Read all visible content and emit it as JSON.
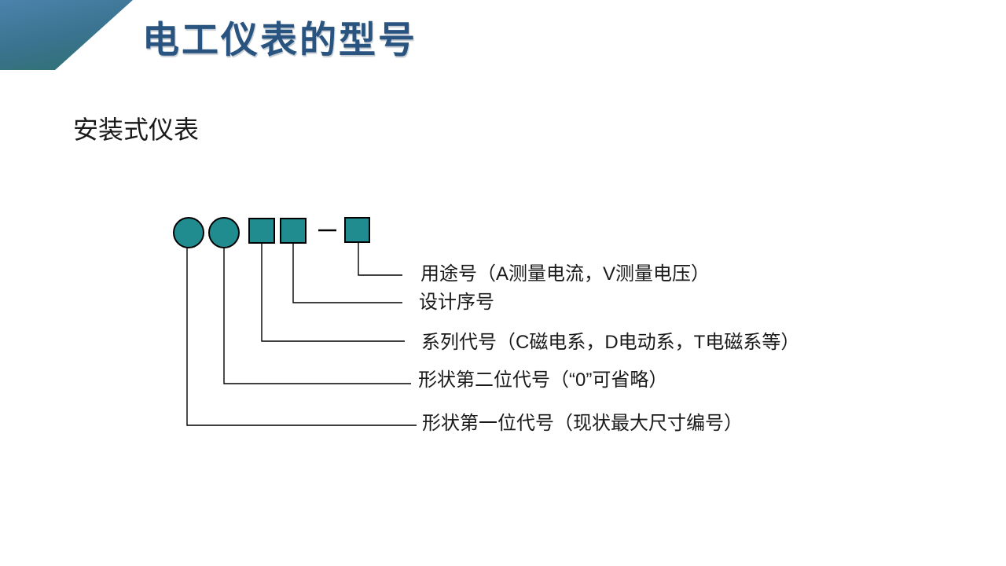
{
  "slide": {
    "title": "电工仪表的型号",
    "subtitle": "安装式仪表"
  },
  "diagram": {
    "code_shapes": [
      "circle",
      "circle",
      "square",
      "square",
      "dash",
      "square"
    ],
    "labels": [
      {
        "text": "用途号（A测量电流，V测量电压）"
      },
      {
        "text": "设计序号"
      },
      {
        "text": "系列代号（C磁电系，D电动系，T电磁系等）"
      },
      {
        "text": "形状第二位代号（“0”可省略）"
      },
      {
        "text": "形状第一位代号（现状最大尺寸编号）"
      }
    ]
  },
  "colors": {
    "title_text": "#2A5480",
    "body_text": "#1A1A1A",
    "shape_fill": "#218C8F",
    "shape_outline": "#000000",
    "connector_line": "#000000",
    "corner_gradient_top": "#4C82AC",
    "corner_gradient_bottom": "#2E716E",
    "background": "#FFFFFF"
  }
}
